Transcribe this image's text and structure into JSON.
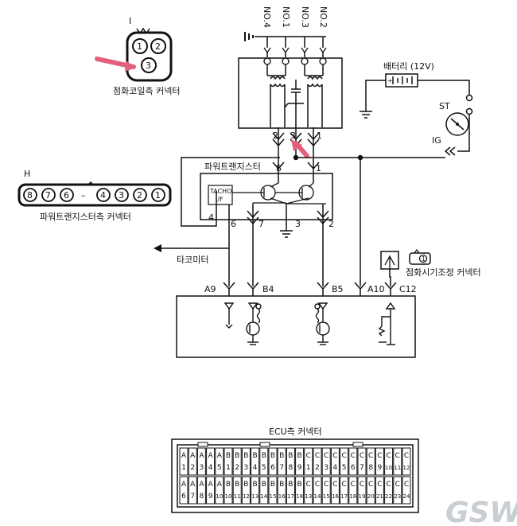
{
  "ignition_coil_connector": {
    "id": "I",
    "pins": [
      "1",
      "2",
      "3"
    ],
    "label": "점화코일측 커넥터"
  },
  "coils": [
    "NO.4",
    "NO.1",
    "NO.3",
    "NO.2"
  ],
  "coil_terminals": [
    "2",
    "3",
    "1"
  ],
  "battery": {
    "label": "배터리 (12V)"
  },
  "ignition_switch": {
    "st": "ST",
    "ig": "IG"
  },
  "power_transistor": {
    "label": "파워트랜지스터",
    "terminals": [
      "8",
      "1",
      "4",
      "6",
      "7",
      "3",
      "2"
    ],
    "tacho_box": "TACHO I/F"
  },
  "power_transistor_connector": {
    "id": "H",
    "pins": [
      "8",
      "7",
      "6",
      "–",
      "4",
      "3",
      "2",
      "1"
    ],
    "label": "파워트랜지스터측 커넥터"
  },
  "tachometer": {
    "label": "타코미터"
  },
  "timing_connector": {
    "label": "점화시기조정 커넥터"
  },
  "ecu_terminals": [
    "A9",
    "B4",
    "B5",
    "A10",
    "C12"
  ],
  "ecu_connector": {
    "title": "ECU측 커넥터",
    "top_row": [
      [
        "A",
        "1"
      ],
      [
        "A",
        "2"
      ],
      [
        "A",
        "3"
      ],
      [
        "A",
        "4"
      ],
      [
        "A",
        "5"
      ],
      [
        "B",
        "1"
      ],
      [
        "B",
        "2"
      ],
      [
        "B",
        "3"
      ],
      [
        "B",
        "4"
      ],
      [
        "B",
        "5"
      ],
      [
        "B",
        "6"
      ],
      [
        "B",
        "7"
      ],
      [
        "B",
        "8"
      ],
      [
        "B",
        "9"
      ],
      [
        "C",
        "1"
      ],
      [
        "C",
        "2"
      ],
      [
        "C",
        "3"
      ],
      [
        "C",
        "4"
      ],
      [
        "C",
        "5"
      ],
      [
        "C",
        "6"
      ],
      [
        "C",
        "7"
      ],
      [
        "C",
        "8"
      ],
      [
        "C",
        "9"
      ],
      [
        "C",
        "10"
      ],
      [
        "C",
        "11"
      ],
      [
        "C",
        "12"
      ]
    ],
    "bottom_row": [
      [
        "A",
        "6"
      ],
      [
        "A",
        "7"
      ],
      [
        "A",
        "8"
      ],
      [
        "A",
        "9"
      ],
      [
        "A",
        "10"
      ],
      [
        "B",
        "10"
      ],
      [
        "B",
        "11"
      ],
      [
        "B",
        "12"
      ],
      [
        "B",
        "13"
      ],
      [
        "B",
        "14"
      ],
      [
        "B",
        "15"
      ],
      [
        "B",
        "16"
      ],
      [
        "B",
        "17"
      ],
      [
        "B",
        "18"
      ],
      [
        "C",
        "13"
      ],
      [
        "C",
        "14"
      ],
      [
        "C",
        "15"
      ],
      [
        "C",
        "16"
      ],
      [
        "C",
        "17"
      ],
      [
        "C",
        "18"
      ],
      [
        "C",
        "19"
      ],
      [
        "C",
        "20"
      ],
      [
        "C",
        "21"
      ],
      [
        "C",
        "22"
      ],
      [
        "C",
        "23"
      ],
      [
        "C",
        "24"
      ]
    ]
  },
  "watermark": "GSW",
  "colors": {
    "line": "#111111",
    "arrow": "#e2607a",
    "watermark": "#c9ced3"
  }
}
